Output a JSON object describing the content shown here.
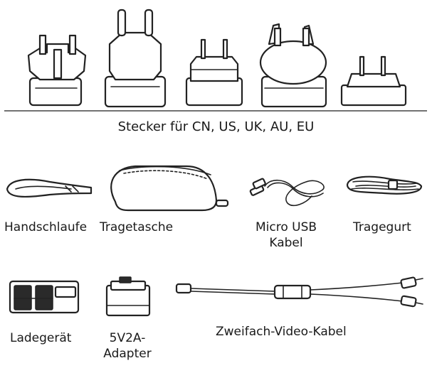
{
  "plugs_caption": "Stecker für CN, US, UK, AU, EU",
  "items": {
    "hand_strap": "Handschlaufe",
    "carry_bag": "Tragetasche",
    "micro_usb_line1": "Micro USB",
    "micro_usb_line2": "Kabel",
    "carry_strap": "Tragegurt",
    "charger": "Ladegerät",
    "adapter_line1": "5V2A-",
    "adapter_line2": "Adapter",
    "dual_video_cable": "Zweifach-Video-Kabel"
  }
}
